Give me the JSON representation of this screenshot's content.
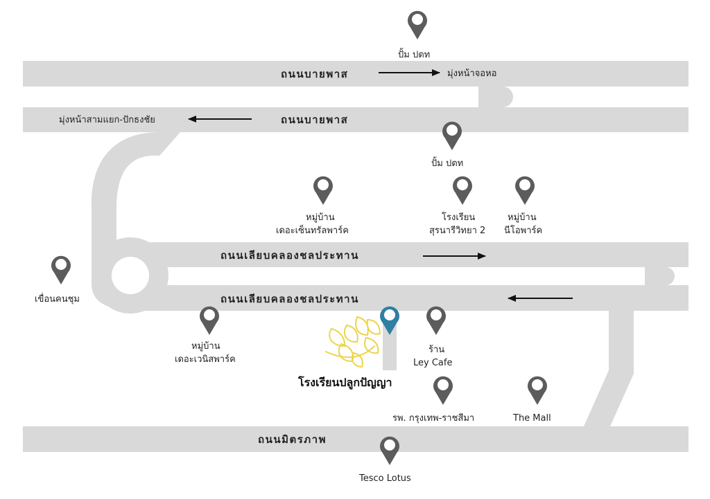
{
  "colors": {
    "road": "#d9d9d9",
    "pin": "#5c5c5c",
    "pin_highlight": "#2f7fa3",
    "arrow": "#111111",
    "logo": "#ecd44a"
  },
  "roads": {
    "top_1": "ถนนบายพาส",
    "top_2": "ถนนบายพาส",
    "middle_1": "ถนนเลียบคลองชลประทาน",
    "middle_2": "ถนนเลียบคลองชลประทาน",
    "bottom": "ถนนมิตรภาพ"
  },
  "directions": {
    "to_nong_hua_jo_hor": "มุ่งหน้าจอหอ",
    "to_sam_yaek": "มุ่งหน้าสามแยก-ปักธงชัย"
  },
  "places": {
    "ptt_top": "ปั้ม ปตท",
    "ptt_mid": "ปั้ม ปตท",
    "central_park_1": "หมู่บ้าน",
    "central_park_2": "เดอะเซ็นทรัลพาร์ค",
    "suranari_1": "โรงเรียน",
    "suranari_2": "สุรนารีวิทยา 2",
    "neo_park_1": "หมู่บ้าน",
    "neo_park_2": "นีโอพาร์ค",
    "dam": "เขื่อนคนชุม",
    "avenue_park_1": "หมู่บ้าน",
    "avenue_park_2": "เดอะเวนิสพาร์ค",
    "ley_cafe_1": "ร้าน",
    "ley_cafe_2": "Ley Cafe",
    "hospital": "รพ. กรุงเทพ-ราชสีมา",
    "the_mall": "The Mall",
    "tesco": "Tesco Lotus"
  },
  "school": {
    "name": "โรงเรียนปลูกปัญญา"
  }
}
